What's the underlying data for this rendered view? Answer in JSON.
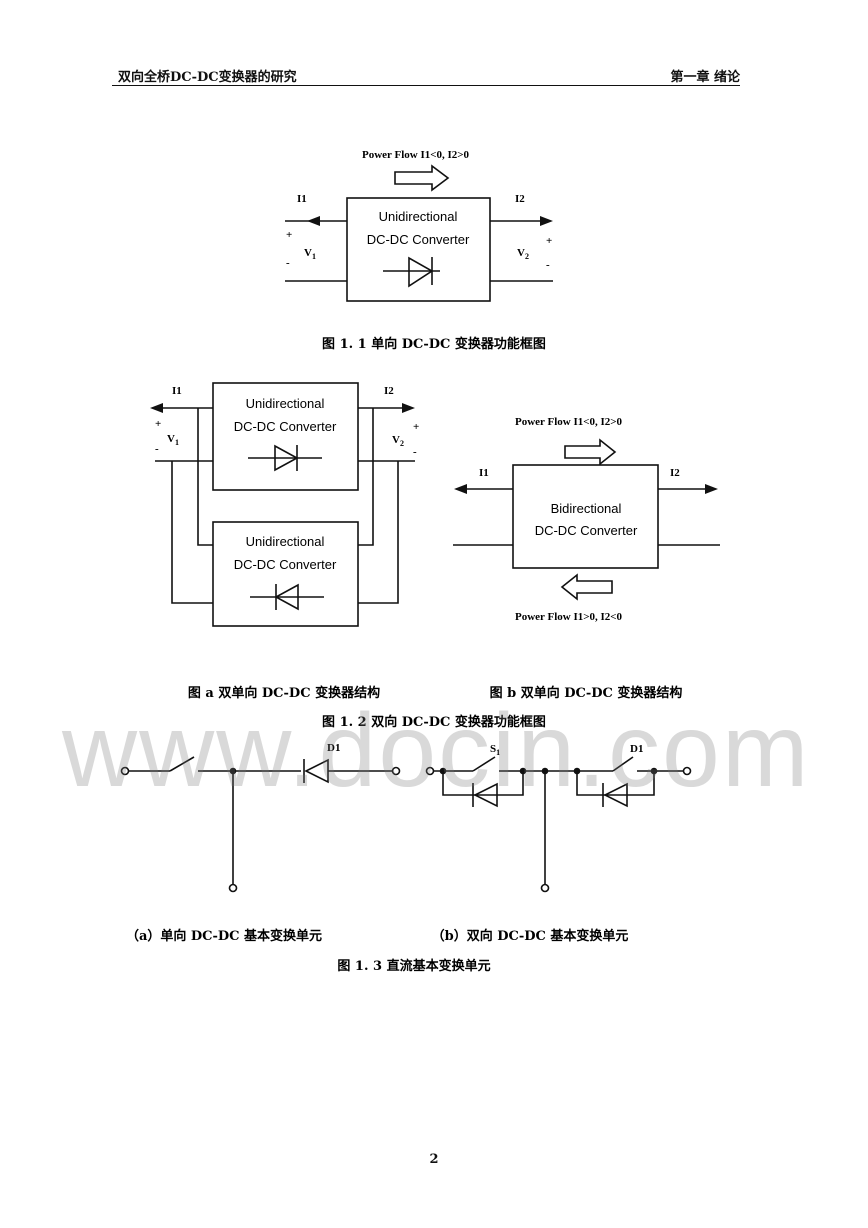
{
  "header": {
    "left": "双向全桥DC-DC变换器的研究",
    "right": "第一章  绪论"
  },
  "fig1": {
    "power_flow": "Power Flow I1<0, I2>0",
    "box_line1": "Unidirectional",
    "box_line2": "DC-DC Converter",
    "i1": "I1",
    "i2": "I2",
    "v1": "V",
    "v2": "V",
    "sub1": "1",
    "sub2": "2",
    "plus": "+",
    "minus": "-",
    "caption": "图 1. 1 单向 DC-DC 变换器功能框图"
  },
  "fig2": {
    "a": {
      "box1_line1": "Unidirectional",
      "box1_line2": "DC-DC Converter",
      "box2_line1": "Unidirectional",
      "box2_line2": "DC-DC Converter",
      "i1": "I1",
      "i2": "I2",
      "v1": "V",
      "v2": "V",
      "sub1": "1",
      "sub2": "2",
      "caption": "图 a  双单向 DC-DC 变换器结构"
    },
    "b": {
      "power_flow_top": "Power Flow I1<0, I2>0",
      "box_line1": "Bidirectional",
      "box_line2": "DC-DC Converter",
      "i1": "I1",
      "i2": "I2",
      "power_flow_bottom": "Power Flow I1>0, I2<0",
      "caption": "图 b  双单向 DC-DC 变换器结构"
    },
    "caption": "图 1. 2 双向 DC-DC 变换器功能框图"
  },
  "fig3": {
    "a": {
      "d1": "D1",
      "caption": "（a）单向 DC-DC 基本变换单元"
    },
    "b": {
      "s1": "S",
      "s1_sub": "1",
      "d1": "D1",
      "caption": "（b）双向 DC-DC 基本变换单元"
    },
    "caption": "图 1. 3  直流基本变换单元"
  },
  "watermark": "www.docin.com",
  "page_number": "2"
}
